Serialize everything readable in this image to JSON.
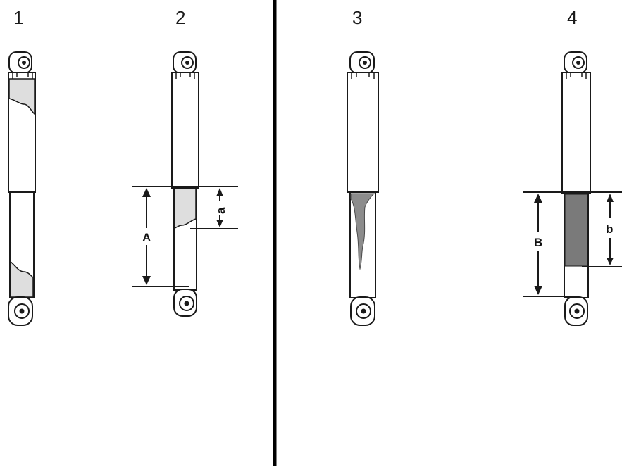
{
  "panels": [
    {
      "number": "1"
    },
    {
      "number": "2",
      "dimension_outer": "A",
      "dimension_inner": "a"
    },
    {
      "number": "3"
    },
    {
      "number": "4",
      "dimension_outer": "B",
      "dimension_inner": "b"
    }
  ],
  "colors": {
    "outline": "#1a1a1a",
    "oil_light": "#dedede",
    "oil_dark": "#7a7a7a",
    "divider": "#000000"
  }
}
